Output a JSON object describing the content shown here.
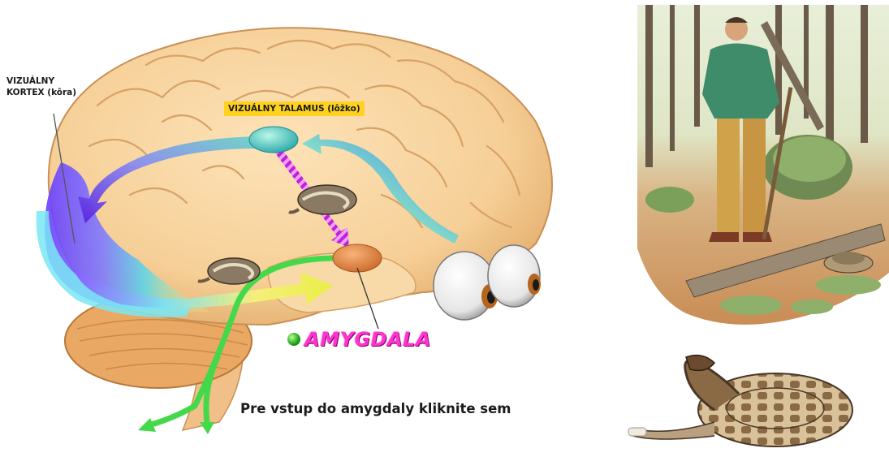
{
  "labels": {
    "cortex_line1": "VIZUÁLNY",
    "cortex_line2": "KORTEX (kôra)",
    "thalamus": "VIZUÁLNY TALAMUS (lôžko)",
    "amygdala": "AMYGDALA",
    "enter_link": "Pre vstup do amygdaly kliknite sem"
  },
  "colors": {
    "brain": "#f6cf97",
    "thalamus_badge": "#ffd21f",
    "amygdala_text": "#ff34d0",
    "amygdala_node": "#e8874a",
    "thalamus_node": "#5fd0c8",
    "path_green": "#43d94a",
    "path_magenta": "#c020d8"
  },
  "icons": [
    "eyeball-icon",
    "snake-icon",
    "green-dot-icon"
  ]
}
